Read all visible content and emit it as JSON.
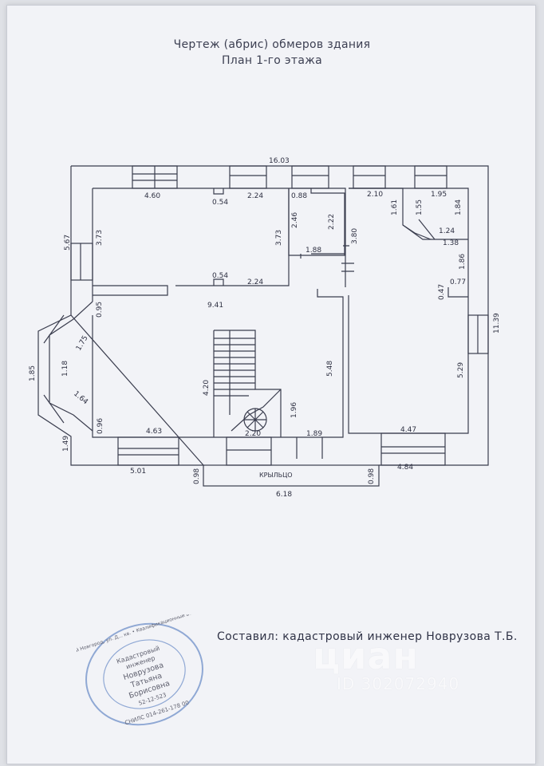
{
  "title_line1": "Чертеж (абрис) обмеров здания",
  "title_line2": "План 1-го этажа",
  "dimensions": {
    "total_width": "16.03",
    "top_left_room": "4.60",
    "niche_top": "0.54",
    "wall_segment_top": "2.24",
    "bath_top": "0.88",
    "right_top_a": "2.10",
    "right_top_b": "1.95",
    "side_left_outer": "5.67",
    "room_left_height": "3.73",
    "room_mid_height": "3.73",
    "bath_height_a": "2.46",
    "bath_height_b": "2.22",
    "bath_bottom": "1.88",
    "corridor_height": "3.80",
    "right_vert_a": "1.61",
    "right_vert_b": "1.55",
    "right_vert_c": "1.84",
    "bay_edge_a": "1.24",
    "bay_edge_b": "1.38",
    "right_vert_d": "1.86",
    "right_niche_h": "0.47",
    "right_niche_w": "0.77",
    "niche_mid": "0.54",
    "wall_mid": "2.24",
    "hall_width": "9.41",
    "right_outer_height": "11.39",
    "left_lower_a": "0.95",
    "bay_a": "1.75",
    "bay_outer": "1.85",
    "bay_b": "1.18",
    "bay_c": "1.64",
    "left_lower_b": "0.96",
    "stair_height": "4.20",
    "hall_height": "5.48",
    "right_room_height": "5.29",
    "stair_landing": "1.96",
    "bottom_left_room": "4.63",
    "stair_bottom": "2.20",
    "entry_width": "1.89",
    "bottom_right_room": "4.47",
    "left_outer_bottom": "1.49",
    "outer_bottom_left": "5.01",
    "porch_side_left": "0.98",
    "porch_side_right": "0.98",
    "outer_bottom_right": "4.84",
    "porch_width": "6.18"
  },
  "porch_label": "КРЫЛЬЦО",
  "compiler_text": "Составил: кадастровый инженер Новрузова Т.Б.",
  "stamp": {
    "center": [
      "Кадастровый",
      "инженер",
      "Новрузова",
      "Татьяна",
      "Борисовна"
    ],
    "ring_text": "г. Нижний Новгород, ул. Д... кв. • Квалификационный аттестат",
    "numbers": [
      "52-12-523",
      "СНИЛС 014-261-178 00"
    ]
  },
  "watermark": {
    "logo": "циан",
    "id": "ID 302072940"
  }
}
